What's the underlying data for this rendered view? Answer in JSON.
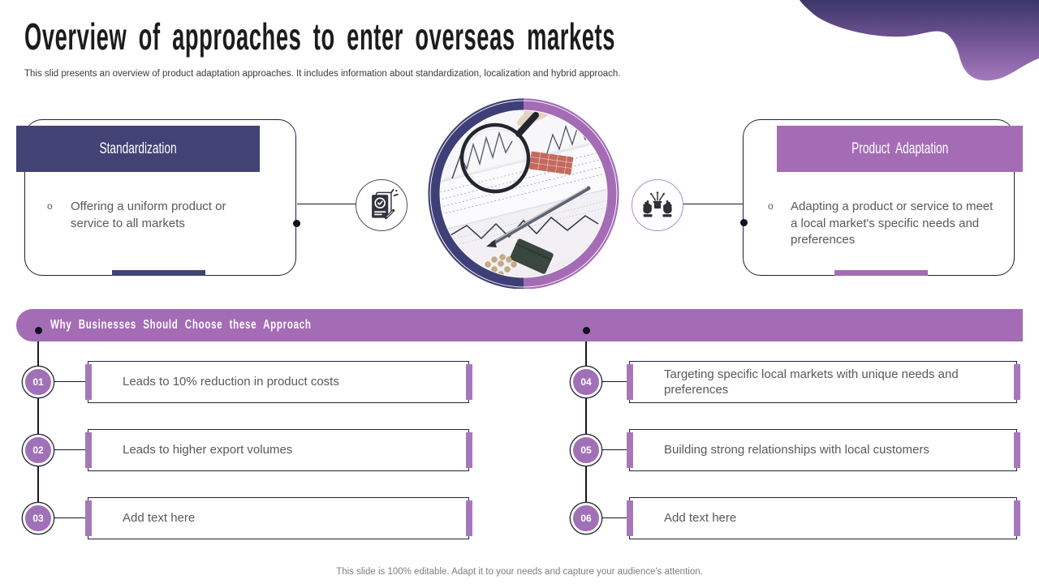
{
  "slide": {
    "title": "Overview of approaches to enter overseas markets",
    "subtitle": "This slid presents an overview of product adaptation approaches. It includes information about standardization, localization and hybrid approach.",
    "footer": "This slide is 100% editable. Adapt it to your needs and capture your audience's attention."
  },
  "left_card": {
    "header": "Standardization",
    "bullet_marker": "o",
    "bullet": "Offering a uniform product or service to all markets"
  },
  "right_card": {
    "header": "Product Adaptation",
    "bullet_marker": "o",
    "bullet": "Adapting a product or service to meet a local market's specific needs and preferences"
  },
  "banner": {
    "label": "Why Businesses Should Choose these Approach"
  },
  "list_left": [
    {
      "num": "01",
      "text": "Leads to 10% reduction in product costs"
    },
    {
      "num": "02",
      "text": "Leads to higher export volumes"
    },
    {
      "num": "03",
      "text": "Add text here"
    }
  ],
  "list_right": [
    {
      "num": "04",
      "text": "Targeting specific local markets with unique needs and preferences"
    },
    {
      "num": "05",
      "text": "Building strong relationships with local customers"
    },
    {
      "num": "06",
      "text": "Add text here"
    }
  ],
  "colors": {
    "navy": "#424274",
    "purple": "#a46cb5",
    "purple_light": "#a678b9",
    "text_gray": "#595959",
    "line_dark": "#16162a"
  }
}
